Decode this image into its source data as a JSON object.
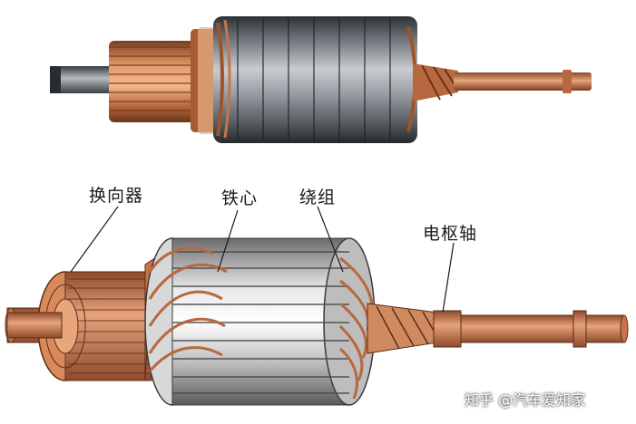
{
  "labels": {
    "commutator": "换向器",
    "iron_core": "铁心",
    "winding": "绕组",
    "armature_shaft": "电枢轴"
  },
  "watermark": "知乎 @汽车爱知家",
  "colors": {
    "copper": "#c8744a",
    "copper_dark": "#8a4a2a",
    "steel": "#9aa0a6",
    "steel_dark": "#4a4f55",
    "background": "#ffffff"
  }
}
